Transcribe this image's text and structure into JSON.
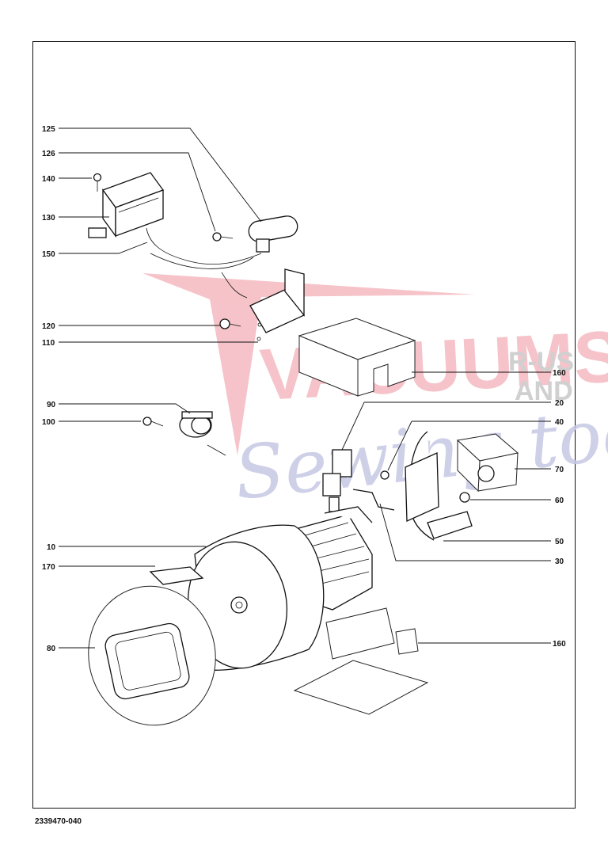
{
  "document_number": "2339470-040",
  "watermark": {
    "line1": "VACUUMS",
    "line1_suffix": "R-US",
    "line2": "AND",
    "line3": "Sewing too",
    "colors": {
      "red": "#f4b9c0",
      "blue": "#c6c8e4"
    }
  },
  "callouts": [
    {
      "id": "125",
      "label": "125"
    },
    {
      "id": "126",
      "label": "126"
    },
    {
      "id": "140",
      "label": "140"
    },
    {
      "id": "130",
      "label": "130"
    },
    {
      "id": "150",
      "label": "150"
    },
    {
      "id": "120",
      "label": "120"
    },
    {
      "id": "110",
      "label": "110"
    },
    {
      "id": "160a",
      "label": "160"
    },
    {
      "id": "90",
      "label": "90"
    },
    {
      "id": "20",
      "label": "20"
    },
    {
      "id": "100",
      "label": "100"
    },
    {
      "id": "40",
      "label": "40"
    },
    {
      "id": "70",
      "label": "70"
    },
    {
      "id": "60",
      "label": "60"
    },
    {
      "id": "10",
      "label": "10"
    },
    {
      "id": "50",
      "label": "50"
    },
    {
      "id": "170",
      "label": "170"
    },
    {
      "id": "30",
      "label": "30"
    },
    {
      "id": "80",
      "label": "80"
    },
    {
      "id": "160b",
      "label": "160"
    }
  ]
}
